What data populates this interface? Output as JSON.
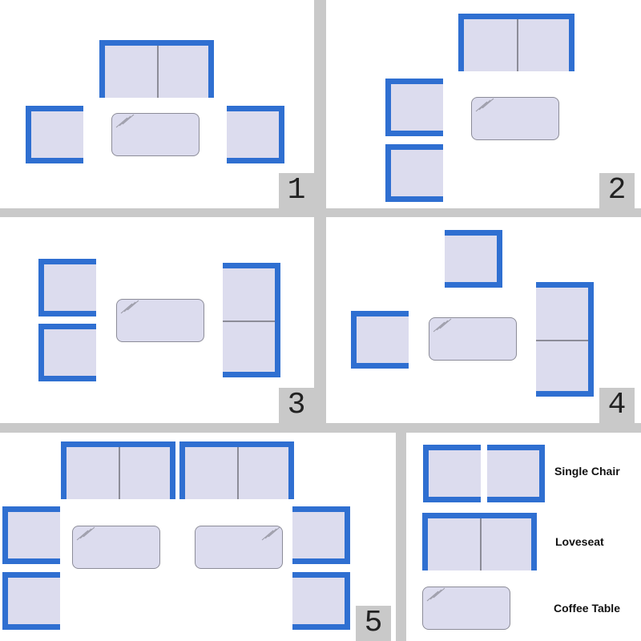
{
  "colors": {
    "upholstery": "#2f6fd1",
    "cushion": "#dcdcee",
    "outline": "#8c8c98",
    "panel": "#ffffff",
    "gutter": "#c9c9c9"
  },
  "layouts": [
    {
      "id": "layout-1",
      "label": "1"
    },
    {
      "id": "layout-2",
      "label": "2"
    },
    {
      "id": "layout-3",
      "label": "3"
    },
    {
      "id": "layout-4",
      "label": "4"
    },
    {
      "id": "layout-5",
      "label": "5"
    }
  ],
  "legend": {
    "items": [
      {
        "name": "Single Chair",
        "icon": "single-chair-icon"
      },
      {
        "name": "Loveseat",
        "icon": "loveseat-icon"
      },
      {
        "name": "Coffee Table",
        "icon": "coffee-table-icon"
      }
    ]
  }
}
